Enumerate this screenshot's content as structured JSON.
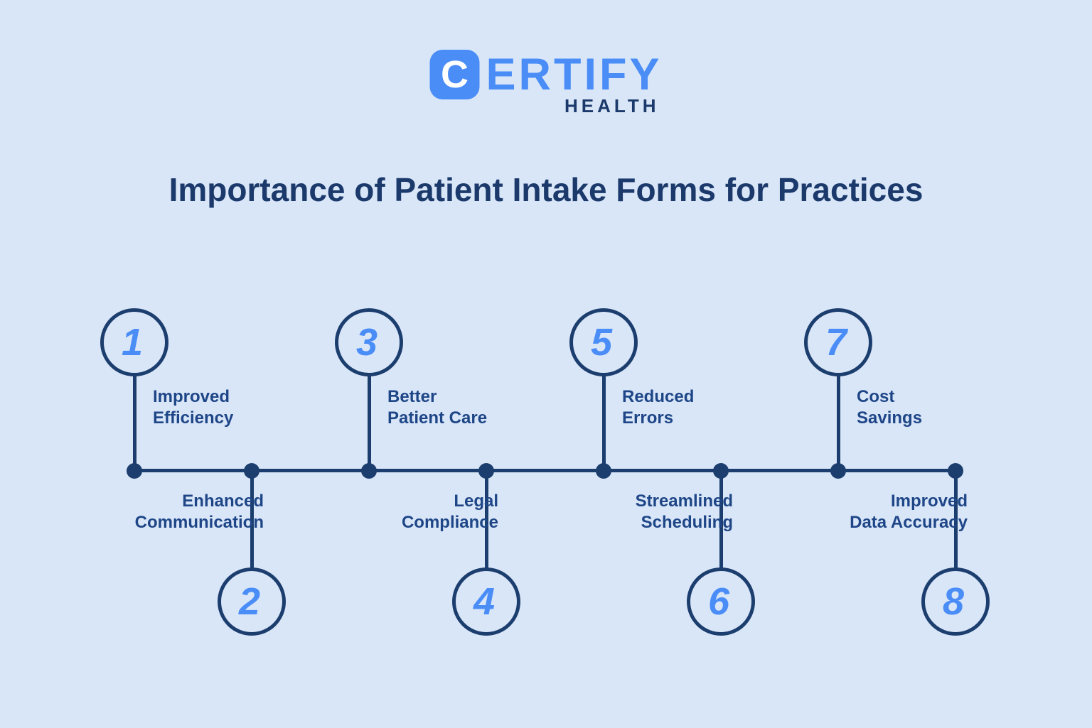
{
  "logo": {
    "badge_letter": "C",
    "wordmark_rest": "ERTIFY",
    "subtext": "HEALTH"
  },
  "title": "Importance of Patient Intake Forms for Practices",
  "timeline": {
    "items": [
      {
        "number": "1",
        "lines": [
          "Improved",
          "Efficiency"
        ],
        "position": "top"
      },
      {
        "number": "2",
        "lines": [
          "Enhanced",
          "Communication"
        ],
        "position": "bottom"
      },
      {
        "number": "3",
        "lines": [
          "Better",
          "Patient Care"
        ],
        "position": "top"
      },
      {
        "number": "4",
        "lines": [
          "Legal",
          "Compliance"
        ],
        "position": "bottom"
      },
      {
        "number": "5",
        "lines": [
          "Reduced",
          "Errors"
        ],
        "position": "top"
      },
      {
        "number": "6",
        "lines": [
          "Streamlined",
          "Scheduling"
        ],
        "position": "bottom"
      },
      {
        "number": "7",
        "lines": [
          "Cost",
          "Savings"
        ],
        "position": "top"
      },
      {
        "number": "8",
        "lines": [
          "Improved",
          "Data Accuracy"
        ],
        "position": "bottom"
      }
    ]
  },
  "colors": {
    "background": "#d9e6f8",
    "line_navy": "#1c3e6e",
    "title_text": "#1b3a6b",
    "label_text": "#1e4687",
    "accent_blue": "#4a8df7",
    "badge_letter_color": "#ffffff"
  }
}
